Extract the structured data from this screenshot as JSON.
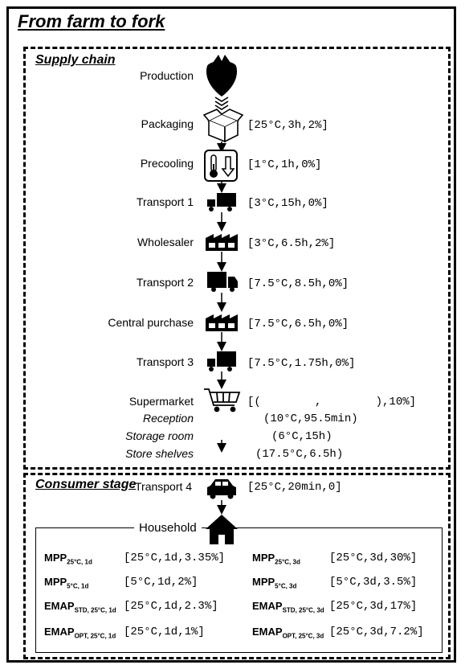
{
  "title": "From farm to fork",
  "supply_chain": {
    "title": "Supply chain",
    "steps": [
      {
        "label": "Production",
        "params": ""
      },
      {
        "label": "Packaging",
        "params": "[25°C,3h,2%]"
      },
      {
        "label": "Precooling",
        "params": "[1°C,1h,0%]"
      },
      {
        "label": "Transport 1",
        "params": "[3°C,15h,0%]"
      },
      {
        "label": "Wholesaler",
        "params": "[3°C,6.5h,2%]"
      },
      {
        "label": "Transport 2",
        "params": "[7.5°C,8.5h,0%]"
      },
      {
        "label": "Central purchase",
        "params": "[7.5°C,6.5h,0%]"
      },
      {
        "label": "Transport 3",
        "params": "[7.5°C,1.75h,0%]"
      }
    ],
    "supermarket": {
      "label": "Supermarket",
      "params": "[(        ,        ),10%]",
      "substeps": [
        {
          "label": "Reception",
          "params": "(10°C,95.5min)"
        },
        {
          "label": "Storage room",
          "params": "(6°C,15h)"
        },
        {
          "label": "Store shelves",
          "params": "(17.5°C,6.5h)"
        }
      ]
    }
  },
  "consumer_stage": {
    "title": "Consumer stage",
    "transport": {
      "label": "Transport 4",
      "params": "[25°C,20min,0]"
    },
    "household": {
      "label": "Household",
      "packages": [
        {
          "name": "MPP",
          "sub": "25°C, 1d",
          "params": "[25°C,1d,3.35%]"
        },
        {
          "name": "MPP",
          "sub": "25°C, 3d",
          "params": "[25°C,3d,30%]"
        },
        {
          "name": "MPP",
          "sub": "5°C, 1d",
          "params": "[5°C,1d,2%]"
        },
        {
          "name": "MPP",
          "sub": "5°C, 3d",
          "params": "[5°C,3d,3.5%]"
        },
        {
          "name": "EMAP",
          "sub": "STD, 25°C, 1d",
          "params": "[25°C,1d,2.3%]"
        },
        {
          "name": "EMAP",
          "sub": "STD, 25°C, 3d",
          "params": "[25°C,3d,17%]"
        },
        {
          "name": "EMAP",
          "sub": "OPT, 25°C, 1d",
          "params": "[25°C,1d,1%]"
        },
        {
          "name": "EMAP",
          "sub": "OPT, 25°C, 3d",
          "params": "[25°C,3d,7.2%]"
        }
      ]
    }
  },
  "icons": [
    "strawberry-icon",
    "box-icon",
    "thermometer-icon",
    "truck-icon",
    "factory-icon",
    "cart-icon",
    "car-icon",
    "house-icon"
  ]
}
